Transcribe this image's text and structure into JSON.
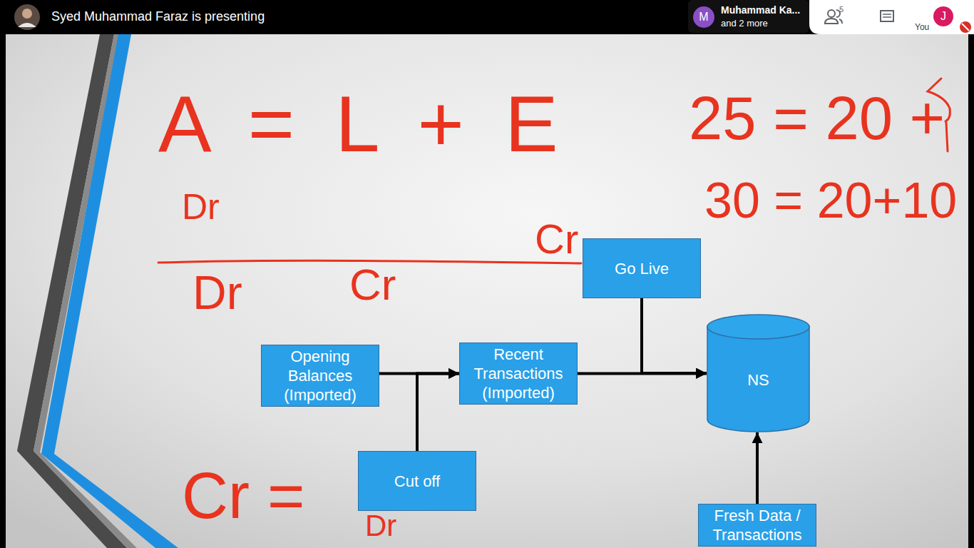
{
  "diagram": {
    "nodes": [
      {
        "text": [
          "Go Live"
        ]
      },
      {
        "text": [
          "Opening Balances (Imported)"
        ]
      },
      {
        "text": [
          "Recent Transactions (Imported)"
        ]
      },
      {
        "text": [
          "NS"
        ]
      },
      {
        "text": [
          "Cut off"
        ]
      },
      {
        "text": [
          "Fresh Data / Transactions"
        ]
      }
    ],
    "edges": [
      {
        "from": 1,
        "to": 2,
        "arrow": "to"
      },
      {
        "from": 4,
        "to": 2,
        "arrow": "to"
      },
      {
        "from": 2,
        "to": 3,
        "arrow": "to"
      },
      {
        "from": 0,
        "to": 3,
        "arrow": "to"
      },
      {
        "from": 5,
        "to": 3,
        "arrow": "to"
      }
    ],
    "labels": [
      "Syed Muhammad Faraz is presenting",
      "M",
      "Muhammad Ka...",
      "and 2 more",
      "5",
      "J",
      "You",
      "A = L + E",
      "25 = 20 +",
      "Dr",
      "30 = 20+10",
      "Cr",
      "Dr",
      "Cr",
      "Cr =",
      "Dr"
    ]
  }
}
